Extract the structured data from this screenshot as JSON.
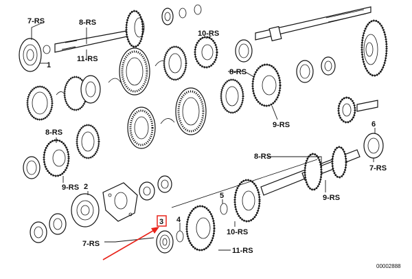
{
  "diagram": {
    "callouts": [
      {
        "id": "c-7rs-a",
        "text": "7-RS"
      },
      {
        "id": "c-8rs-a",
        "text": "8-RS"
      },
      {
        "id": "c-11rs-a",
        "text": "11-RS"
      },
      {
        "id": "c-1",
        "text": "1"
      },
      {
        "id": "c-10rs-a",
        "text": "10-RS"
      },
      {
        "id": "c-8rs-b",
        "text": "8-RS"
      },
      {
        "id": "c-9rs-a",
        "text": "9-RS"
      },
      {
        "id": "c-6",
        "text": "6"
      },
      {
        "id": "c-8rs-c",
        "text": "8-RS"
      },
      {
        "id": "c-7rs-b",
        "text": "7-RS"
      },
      {
        "id": "c-8rs-d",
        "text": "8-RS"
      },
      {
        "id": "c-9rs-b",
        "text": "9-RS"
      },
      {
        "id": "c-2",
        "text": "2"
      },
      {
        "id": "c-9rs-c",
        "text": "9-RS"
      },
      {
        "id": "c-5",
        "text": "5"
      },
      {
        "id": "c-10rs-b",
        "text": "10-RS"
      },
      {
        "id": "c-3",
        "text": "3"
      },
      {
        "id": "c-4",
        "text": "4"
      },
      {
        "id": "c-7rs-c",
        "text": "7-RS"
      },
      {
        "id": "c-11rs-b",
        "text": "11-RS"
      }
    ],
    "highlighted_callout": "3",
    "colors": {
      "line": "#111111",
      "highlight": "#e8231a",
      "background": "#ffffff"
    },
    "document_number": "00002888"
  }
}
